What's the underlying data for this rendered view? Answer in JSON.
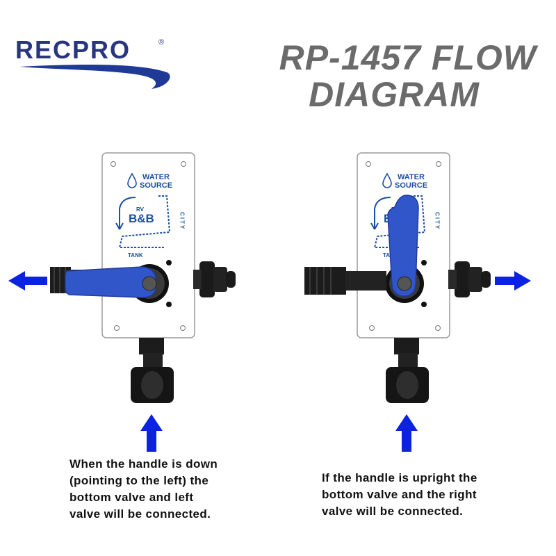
{
  "logo": {
    "text": "RECPRO",
    "registered": "®"
  },
  "title": {
    "line1": "RP-1457 FLOW",
    "line2": "DIAGRAM"
  },
  "plate_labels": {
    "water": "WATER",
    "source": "SOURCE",
    "rv": "RV",
    "brand": "B&B",
    "city": "CITY",
    "tank": "TANK"
  },
  "captions": {
    "left": [
      "When the handle is down",
      "(pointing to the left) the",
      "bottom valve and left",
      "valve will be connected."
    ],
    "right": [
      "If the handle is upright the",
      "bottom valve and the right",
      "valve will be connected."
    ]
  },
  "colors": {
    "brand_blue": "#0b22e0",
    "handle_blue": "#3156c9",
    "title_gray": "#6b6b6b",
    "logo_navy": "#27367f"
  }
}
